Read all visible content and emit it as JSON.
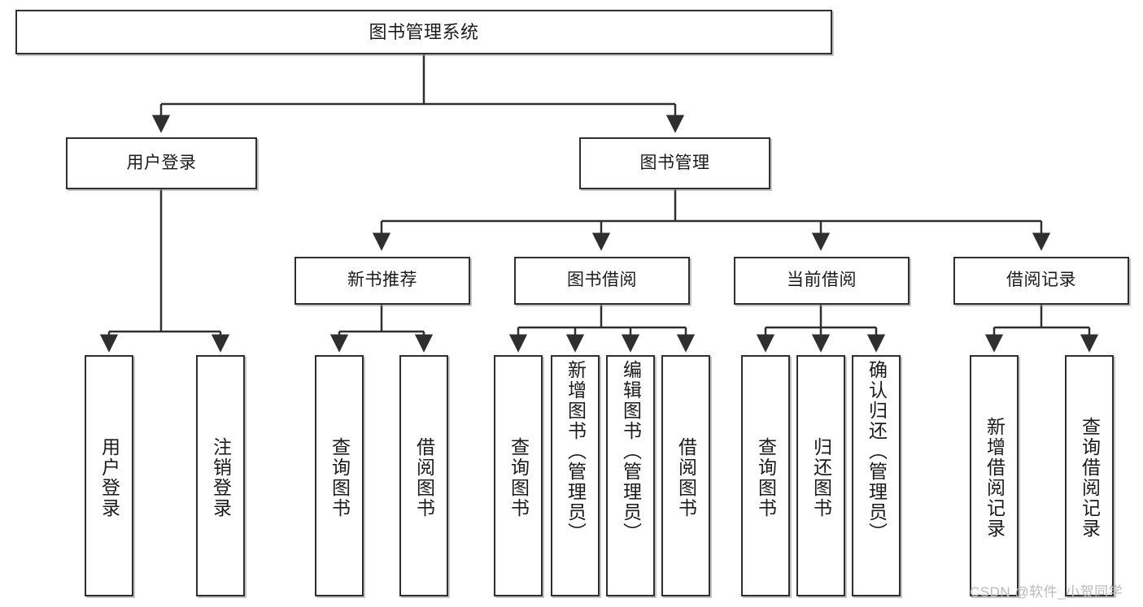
{
  "diagram": {
    "title": "图书管理系统",
    "type": "tree-hierarchy",
    "watermark": "CSDN @软件_小贺同学",
    "colors": {
      "box_border": "#2f2f2f",
      "box_fill": "#ffffff",
      "connector": "#2f2f2f",
      "text": "#1b1b1b",
      "watermark": "#b9b9b9"
    },
    "root": {
      "label": "图书管理系统"
    },
    "level2": [
      {
        "label": "用户登录"
      },
      {
        "label": "图书管理"
      }
    ],
    "level3": [
      {
        "label": "新书推荐"
      },
      {
        "label": "图书借阅"
      },
      {
        "label": "当前借阅"
      },
      {
        "label": "借阅记录"
      }
    ],
    "leaves": {
      "user_login": [
        {
          "label": "用户登录"
        },
        {
          "label": "注销登录"
        }
      ],
      "new_book": [
        {
          "label": "查询图书"
        },
        {
          "label": "借阅图书"
        }
      ],
      "book_borrow": [
        {
          "label": "查询图书"
        },
        {
          "label": "新增图书（管理员）"
        },
        {
          "label": "编辑图书（管理员）"
        },
        {
          "label": "借阅图书"
        }
      ],
      "current_borrow": [
        {
          "label": "查询图书"
        },
        {
          "label": "归还图书"
        },
        {
          "label": "确认归还（管理员）"
        }
      ],
      "borrow_record": [
        {
          "label": "新增借阅记录"
        },
        {
          "label": "查询借阅记录"
        }
      ]
    }
  }
}
